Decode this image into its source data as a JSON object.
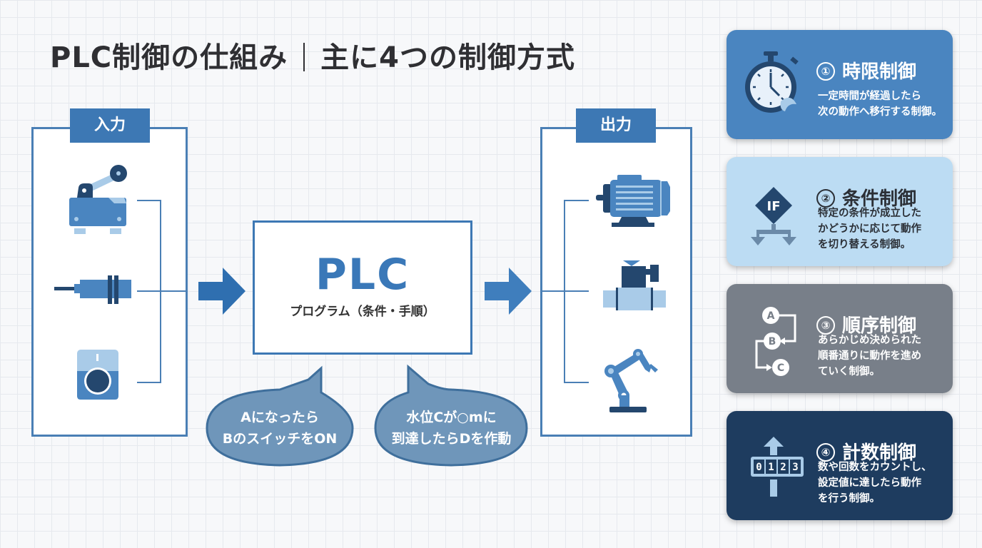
{
  "title": {
    "left": "PLC制御の仕組み",
    "right": "主に4つの制御方式"
  },
  "input": {
    "label": "入力",
    "devices": [
      "limit-switch",
      "proximity-sensor",
      "push-button"
    ]
  },
  "plc": {
    "label": "PLC",
    "subtitle": "プログラム（条件・手順）"
  },
  "bubbles": [
    {
      "line1": "Aになったら",
      "line2": "BのスイッチをON"
    },
    {
      "line1": "水位Cが○mに",
      "line2": "到達したらDを作動"
    }
  ],
  "output": {
    "label": "出力",
    "devices": [
      "motor",
      "solenoid-valve",
      "robot-arm"
    ]
  },
  "methods": [
    {
      "number": "①",
      "title": "時限制御",
      "desc": [
        "一定時間が経過したら",
        "次の動作へ移行する制御。"
      ],
      "icon": "stopwatch-icon",
      "bg": "#4a85c0",
      "fg": "#ffffff"
    },
    {
      "number": "②",
      "title": "条件制御",
      "desc": [
        "特定の条件が成立した",
        "かどうかに応じて動作",
        "を切り替える制御。"
      ],
      "icon": "if-branch-icon",
      "icon_text": "IF",
      "bg": "#bcdcf3",
      "fg": "#2b2f36"
    },
    {
      "number": "③",
      "title": "順序制御",
      "desc": [
        "あらかじめ決められた",
        "順番通りに動作を進め",
        "ていく制御。"
      ],
      "icon": "sequence-icon",
      "steps": [
        "A",
        "B",
        "C"
      ],
      "bg": "#787f89",
      "fg": "#ffffff"
    },
    {
      "number": "④",
      "title": "計数制御",
      "desc": [
        "数や回数をカウントし、",
        "設定値に達したら動作",
        "を行う制御。"
      ],
      "icon": "counter-icon",
      "digits": [
        "0",
        "1",
        "2",
        "3"
      ],
      "bg": "#1e3c5f",
      "fg": "#ffffff"
    }
  ],
  "colors": {
    "primary": "#3d78b4",
    "dark": "#24476e",
    "light": "#a9cbe8",
    "bubble": "#6f96ba"
  }
}
